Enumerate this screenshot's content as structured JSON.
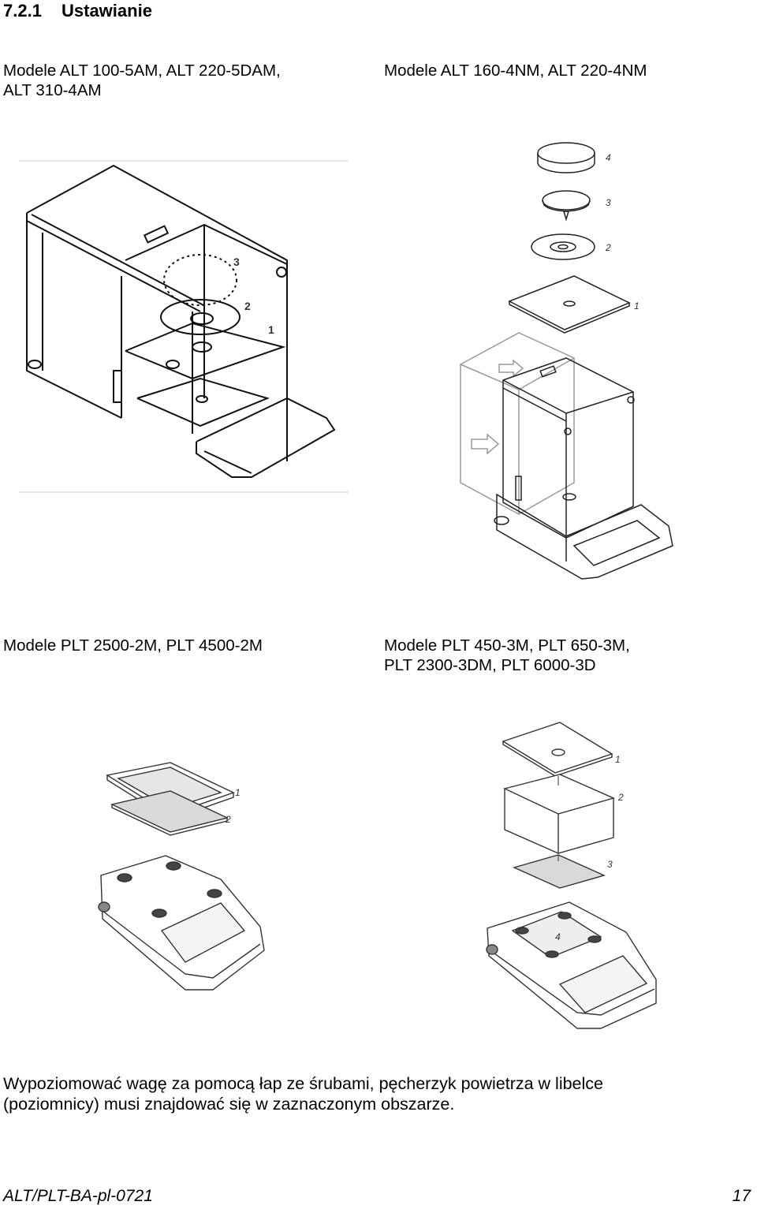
{
  "section": {
    "number": "7.2.1",
    "title": "Ustawianie"
  },
  "captions": {
    "top_left": [
      "Modele ALT 100-5AM, ALT 220-5DAM,",
      "ALT 310-4AM"
    ],
    "top_right": [
      "Modele ALT 160-4NM, ALT 220-4NM"
    ],
    "bottom_left": [
      "Modele PLT 2500-2M, PLT 4500-2M"
    ],
    "bottom_right": [
      "Modele PLT 450-3M, PLT 650-3M,",
      "PLT 2300-3DM, PLT 6000-3D"
    ]
  },
  "figure_labels": {
    "alt_large": [
      "3",
      "2",
      "1"
    ],
    "alt_small": [
      "4",
      "3",
      "2",
      "1"
    ],
    "plt_2m": [
      "1",
      "2"
    ],
    "plt_3m": [
      "1",
      "2",
      "3",
      "4"
    ]
  },
  "body": {
    "lines": [
      "Wypoziomować wagę za pomocą łap ze śrubami, pęcherzyk powietrza w libelce",
      "(poziomnicy) musi znajdować się w zaznaczonym obszarze."
    ]
  },
  "footer": {
    "doc_id": "ALT/PLT-BA-pl-0721",
    "page": "17"
  }
}
